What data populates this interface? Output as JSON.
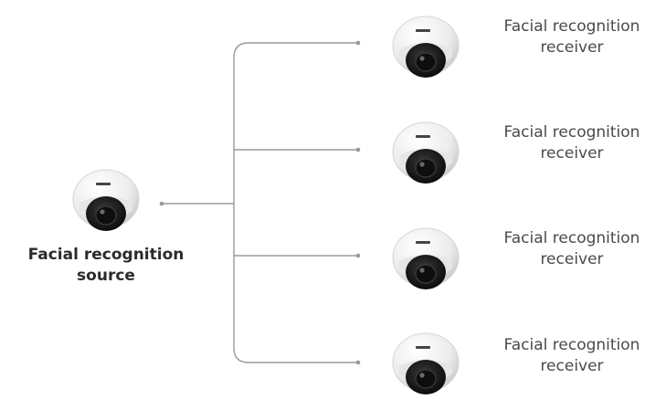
{
  "source": {
    "label": "Facial recognition\nsource",
    "icon": "dome-camera-icon"
  },
  "receivers": [
    {
      "label": "Facial recognition\nreceiver",
      "icon": "dome-camera-icon"
    },
    {
      "label": "Facial recognition\nreceiver",
      "icon": "dome-camera-icon"
    },
    {
      "label": "Facial recognition\nreceiver",
      "icon": "dome-camera-icon"
    },
    {
      "label": "Facial recognition\nreceiver",
      "icon": "dome-camera-icon"
    }
  ],
  "colors": {
    "connector_line": "#9a9a9a",
    "camera_body": "#f1f1f1",
    "camera_lens": "#1e1e1e"
  }
}
